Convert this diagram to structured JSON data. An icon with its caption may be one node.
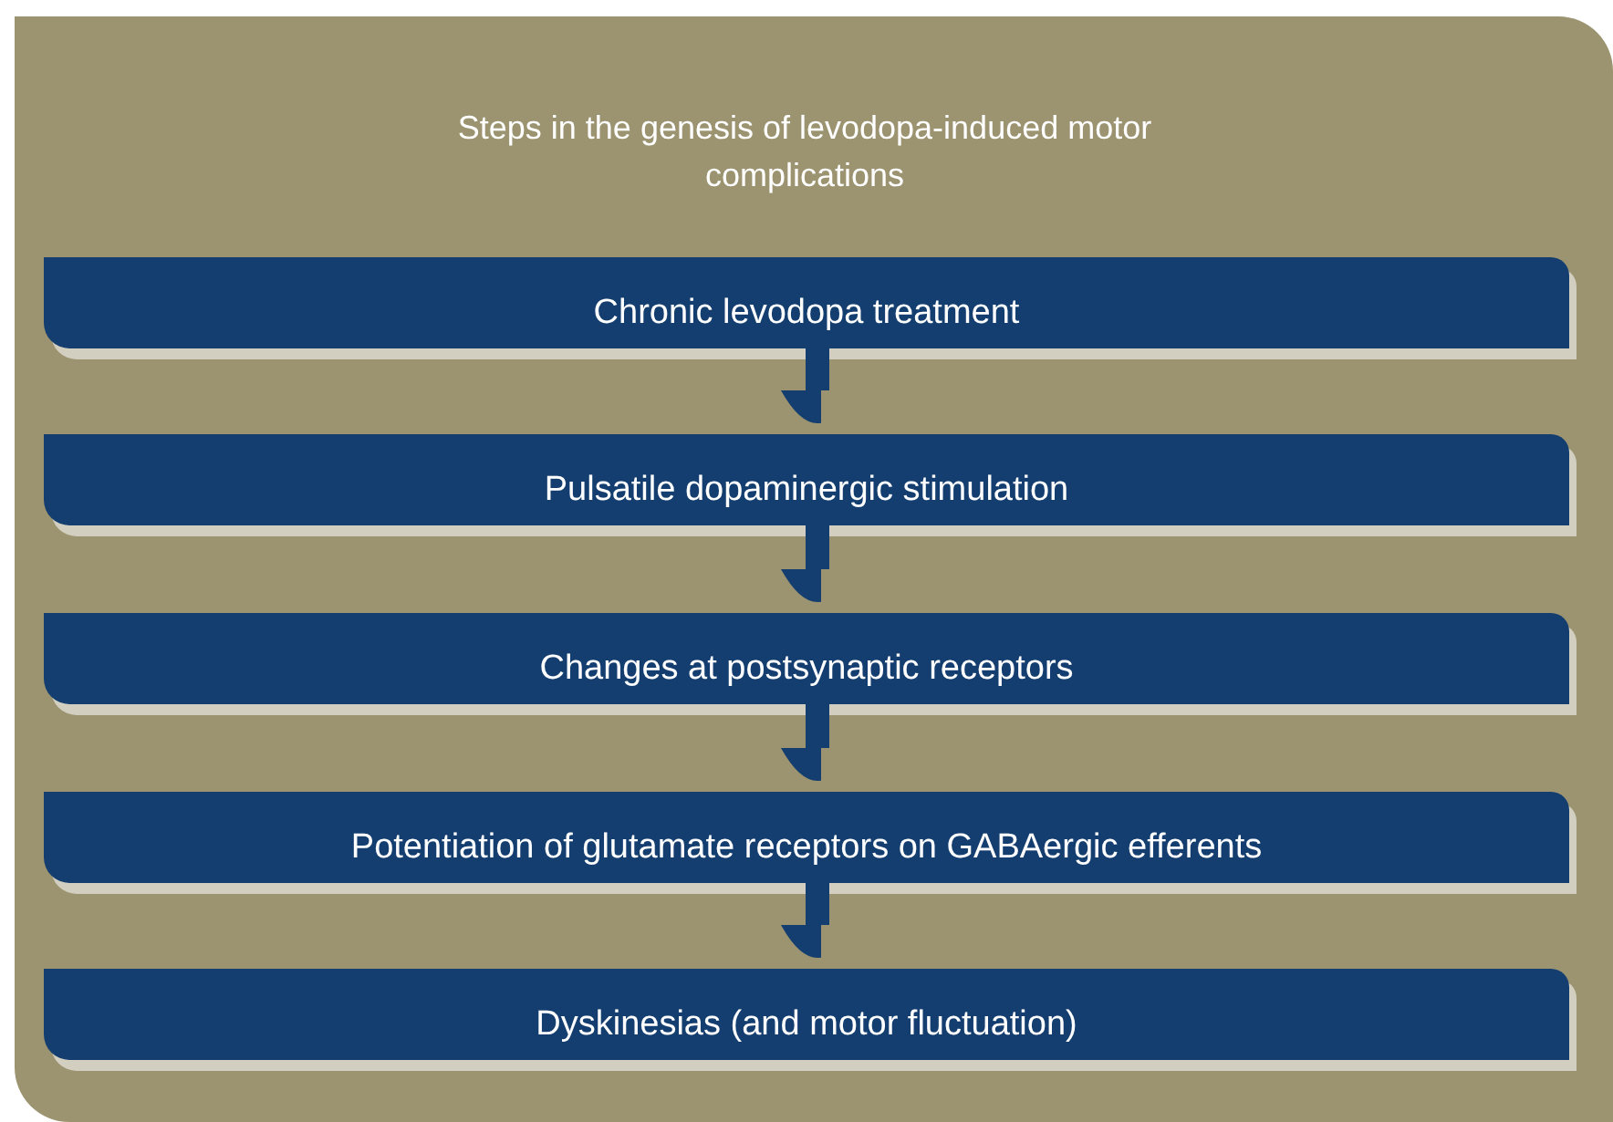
{
  "diagram": {
    "nodes": [
      {
        "text": [
          "Steps in the genesis of levodopa-induced motor complications"
        ]
      },
      {
        "text": [
          "Chronic levodopa treatment"
        ],
        "in": 0
      },
      {
        "text": [
          "Pulsatile dopaminergic stimulation"
        ],
        "in": 0
      },
      {
        "text": [
          "Changes at postsynaptic receptors"
        ],
        "in": 0
      },
      {
        "text": [
          "Potentiation of glutamate receptors on GABAergic efferents"
        ],
        "in": 0
      },
      {
        "text": [
          "Dyskinesias (and motor fluctuation)"
        ],
        "in": 0
      }
    ],
    "edges": [
      {
        "from": 1,
        "to": 2,
        "arrow": "to"
      },
      {
        "from": 2,
        "to": 3,
        "arrow": "to"
      },
      {
        "from": 3,
        "to": 4,
        "arrow": "to"
      },
      {
        "from": 4,
        "to": 5,
        "arrow": "to"
      }
    ]
  }
}
